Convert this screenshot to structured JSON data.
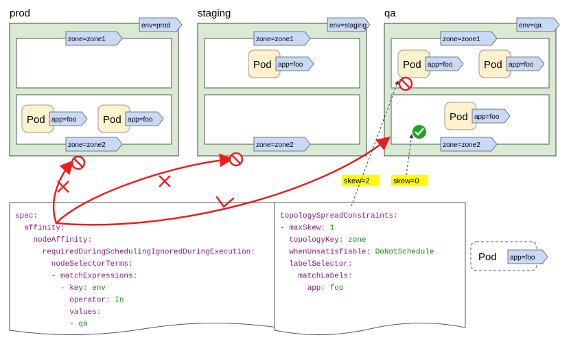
{
  "envs": [
    {
      "title": "prod",
      "env_tag": "env=prod",
      "zone1": "zone=zone1",
      "zone2": "zone=zone2"
    },
    {
      "title": "staging",
      "env_tag": "env=staging",
      "zone1": "zone=zone1",
      "zone2": "zone=zone2"
    },
    {
      "title": "qa",
      "env_tag": "env=qa",
      "zone1": "zone=zone1",
      "zone2": "zone=zone2"
    }
  ],
  "pod": {
    "label": "Pod",
    "tag": "app=foo"
  },
  "skew_labels": [
    "skew=2",
    "skew=0"
  ],
  "colors": {
    "zone_fill": "#d9ead3",
    "pod_fill": "#fff2cc",
    "tag_fill": "#c9daf8",
    "highlight": "#ffff00",
    "arrow": "#ee1c1c",
    "ok": "#1fa41f",
    "key": "#8a1a8a",
    "value": "#148a14"
  },
  "icons": [
    "prohibited-icon",
    "check-icon",
    "cross-mark-icon"
  ],
  "affinity_yaml": [
    [
      {
        "t": "spec:",
        "c": "key"
      }
    ],
    [
      {
        "t": "  affinity:",
        "c": "key"
      }
    ],
    [
      {
        "t": "    nodeAffinity:",
        "c": "key"
      }
    ],
    [
      {
        "t": "      requiredDuringSchedulingIgnoredDuringExecution:",
        "c": "key"
      }
    ],
    [
      {
        "t": "        nodeSelectorTerms:",
        "c": "key"
      }
    ],
    [
      {
        "t": "        - matchExpressions:",
        "c": "key"
      }
    ],
    [
      {
        "t": "          - key: ",
        "c": "key"
      },
      {
        "t": "env",
        "c": "value"
      }
    ],
    [
      {
        "t": "            operator: ",
        "c": "key"
      },
      {
        "t": "In",
        "c": "value"
      }
    ],
    [
      {
        "t": "            values:",
        "c": "key"
      }
    ],
    [
      {
        "t": "            - qa",
        "c": "value"
      }
    ]
  ],
  "spread_yaml": [
    [
      {
        "t": "topologySpreadConstraints:",
        "c": "key"
      }
    ],
    [
      {
        "t": "- maxSkew: ",
        "c": "key"
      },
      {
        "t": "1",
        "c": "value"
      }
    ],
    [
      {
        "t": "  topologyKey: ",
        "c": "key"
      },
      {
        "t": "zone",
        "c": "value"
      }
    ],
    [
      {
        "t": "  whenUnsatisfiable: ",
        "c": "key"
      },
      {
        "t": "DoNotSchedule",
        "c": "value"
      }
    ],
    [
      {
        "t": "  labelSelector:",
        "c": "key"
      }
    ],
    [
      {
        "t": "    matchLabels:",
        "c": "key"
      }
    ],
    [
      {
        "t": "      app: ",
        "c": "key"
      },
      {
        "t": "foo",
        "c": "value"
      }
    ]
  ]
}
